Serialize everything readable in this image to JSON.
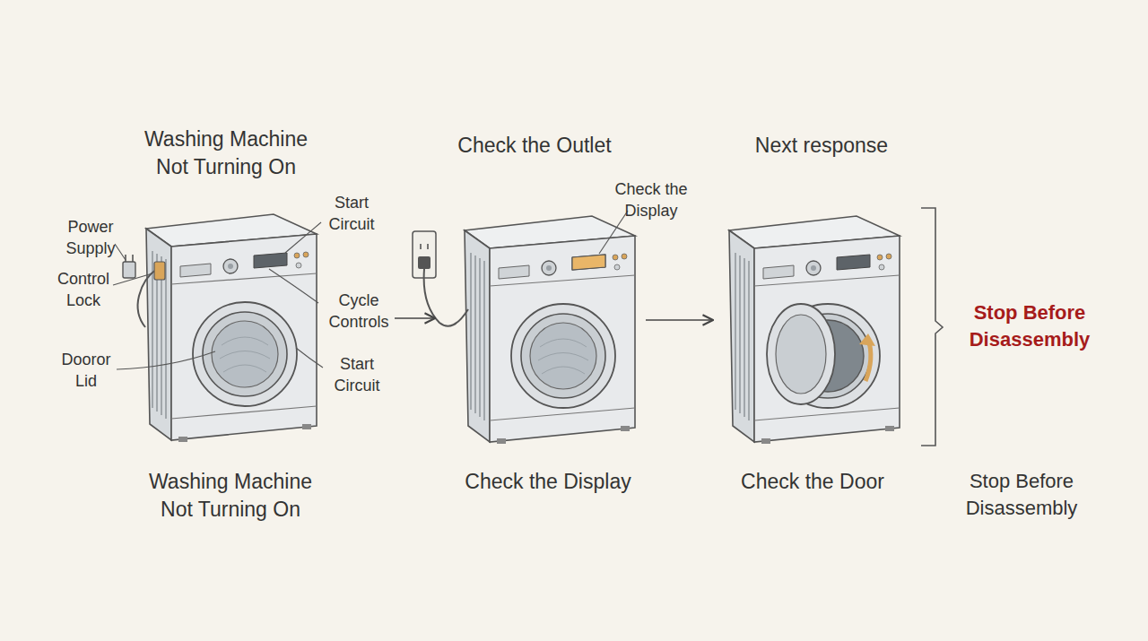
{
  "diagram": {
    "nodes": [
      {
        "text": [
          "Washing Machine Not Turning On",
          "Washing Machine Not Turning On"
        ]
      },
      {
        "text": [
          "Check the Outlet",
          "Check the Display"
        ]
      },
      {
        "text": [
          "Next response",
          "Check the Door"
        ]
      }
    ],
    "edges": [
      {
        "from": 0,
        "to": 1,
        "arrow": "to"
      },
      {
        "from": 1,
        "to": 2,
        "arrow": "to"
      }
    ],
    "labels": [
      "Power Supply",
      "Control Lock",
      "Dooror Lid",
      "Start Circuit",
      "Cycle Controls",
      "Start Circuit",
      "Check the Display",
      "Stop Before Disassembly",
      "Stop Before Disassembly"
    ]
  }
}
